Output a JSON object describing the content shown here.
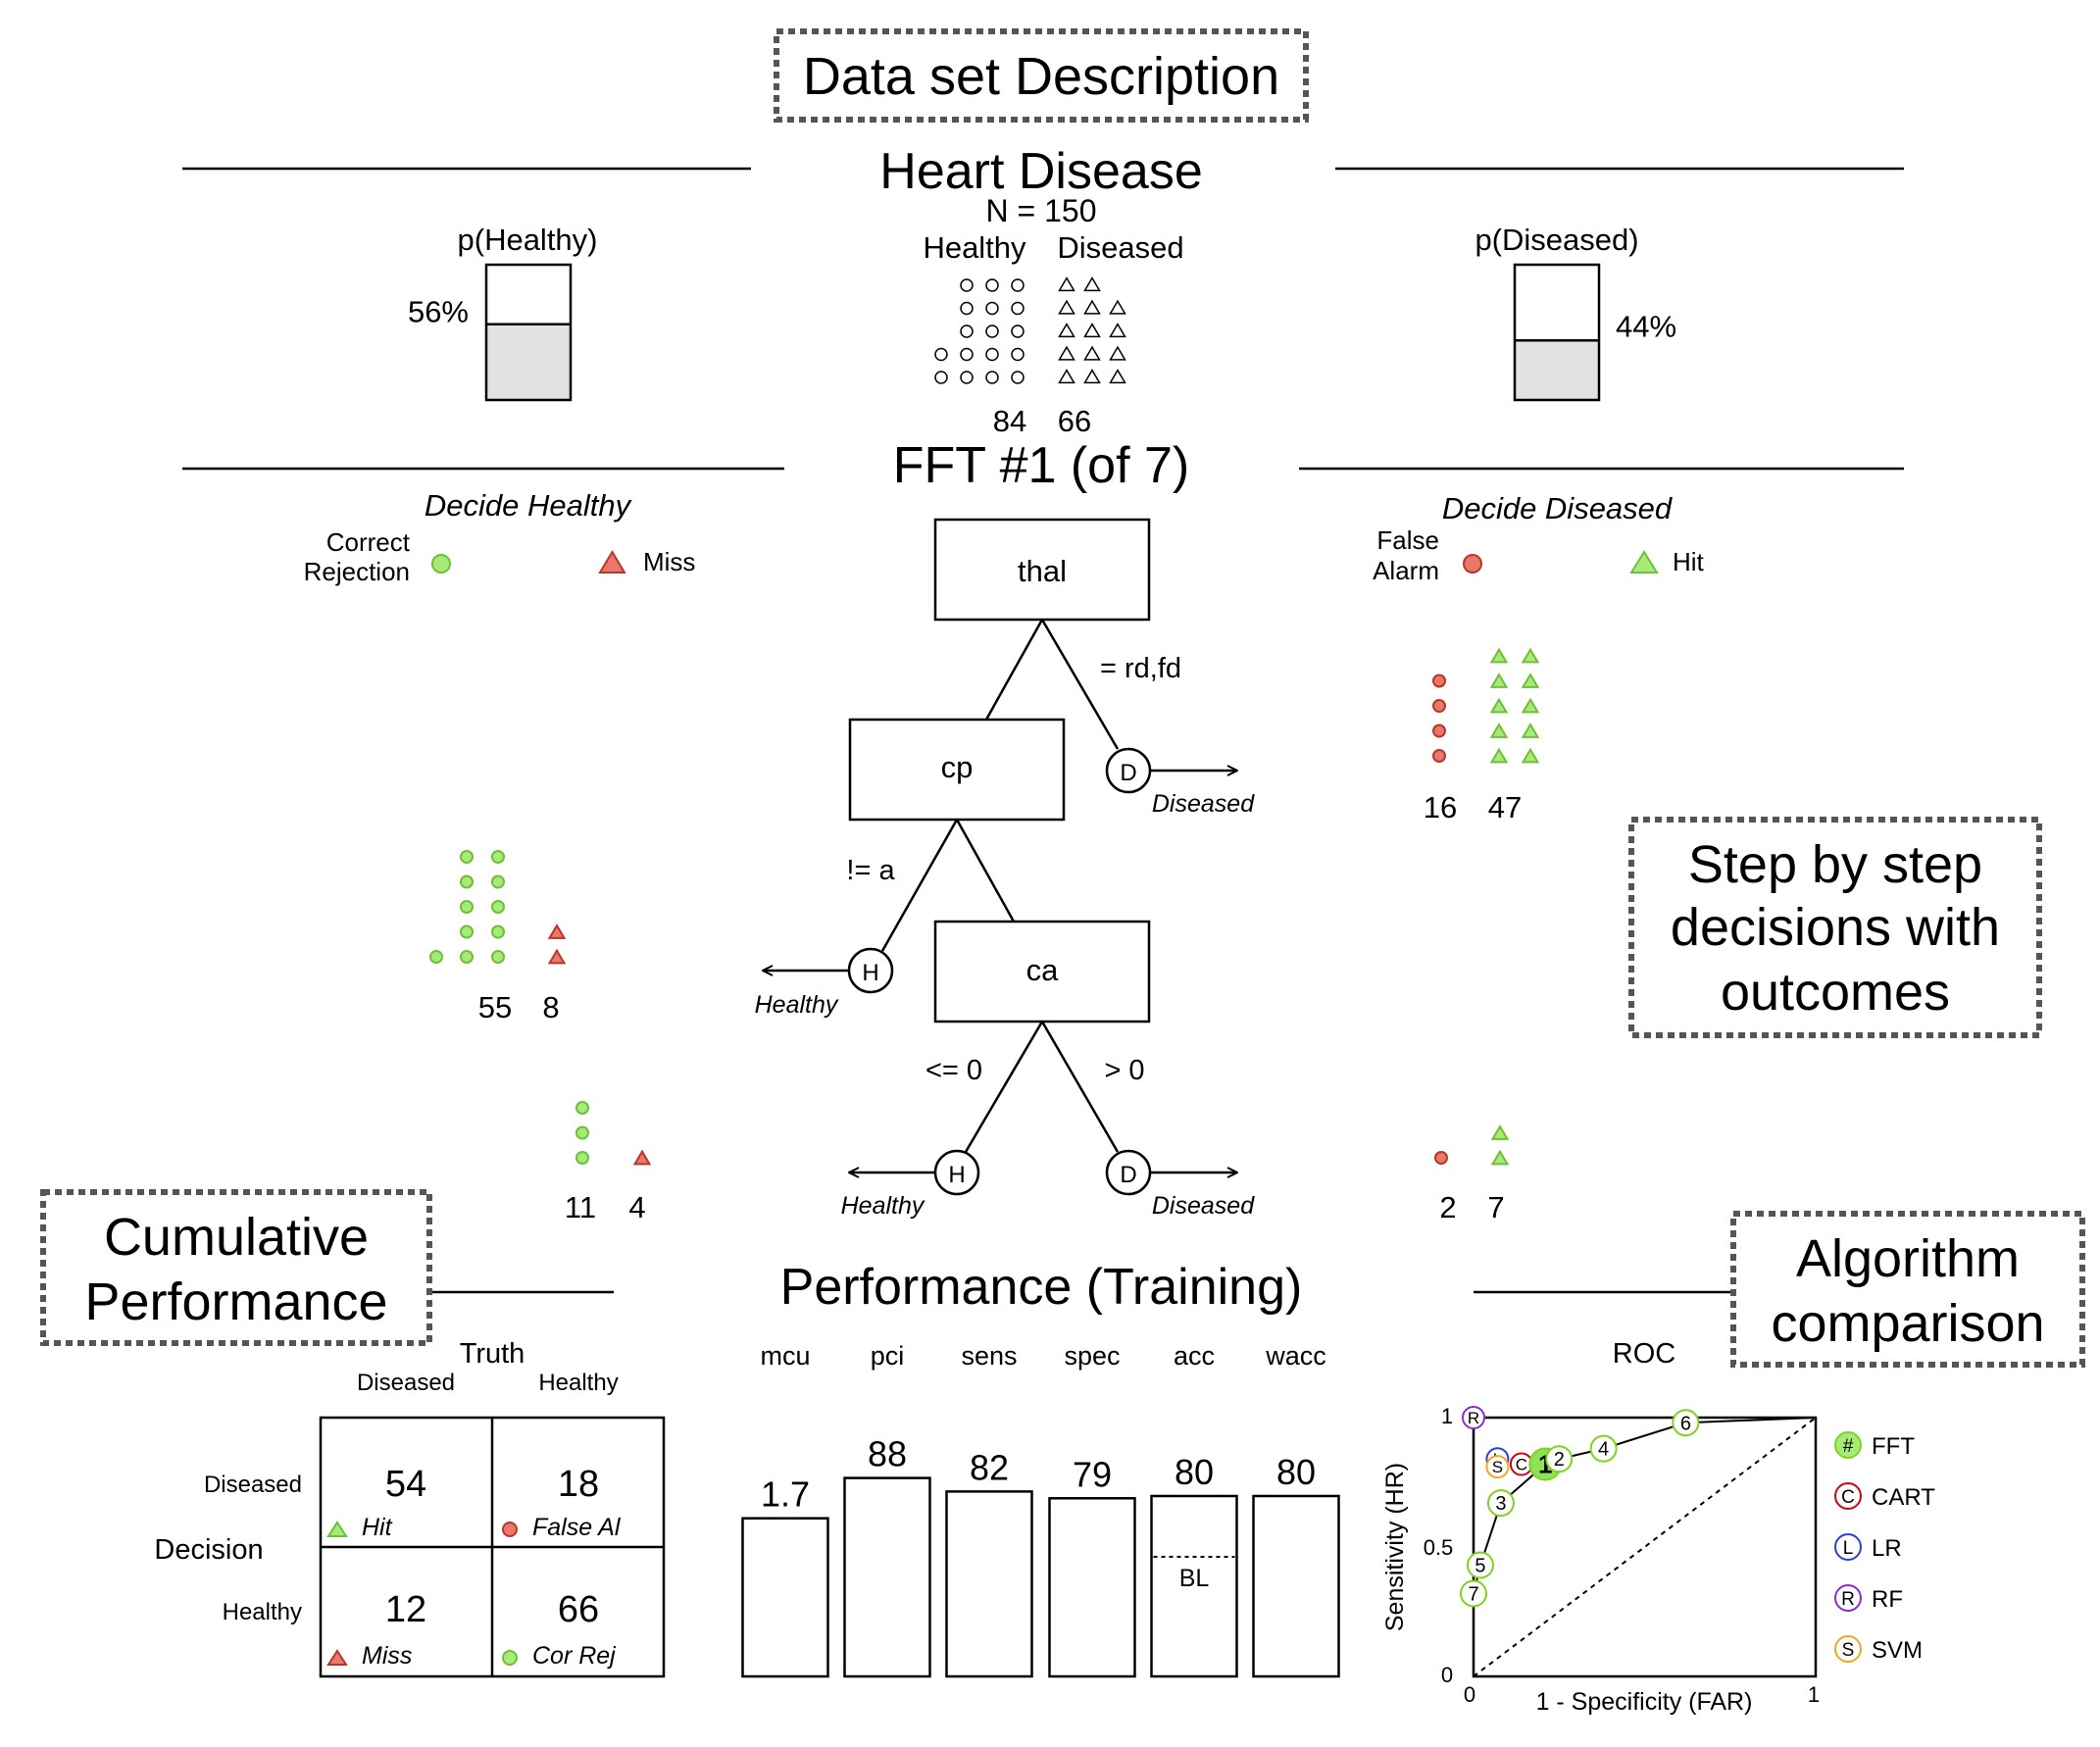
{
  "callouts": {
    "dataset": "Data set Description",
    "steps": [
      "Step by step",
      "decisions with",
      "outcomes"
    ],
    "cumulative": [
      "Cumulative",
      "Performance"
    ],
    "algorithm": [
      "Algorithm",
      "comparison"
    ]
  },
  "dataset": {
    "title": "Heart Disease",
    "n_label": "N = 150",
    "healthy_label": "Healthy",
    "diseased_label": "Diseased",
    "healthy_count": "84",
    "diseased_count": "66",
    "p_healthy_label": "p(Healthy)",
    "p_healthy": "56%",
    "p_healthy_value": 0.56,
    "p_diseased_label": "p(Diseased)",
    "p_diseased": "44%",
    "p_diseased_value": 0.44
  },
  "tree": {
    "title": "FFT #1 (of 7)",
    "decide_healthy": "Decide Healthy",
    "decide_diseased": "Decide Diseased",
    "legend": {
      "correct": "Correct",
      "rejection": "Rejection",
      "miss": "Miss",
      "false": "False",
      "alarm": "Alarm",
      "hit": "Hit"
    },
    "nodes": {
      "n1": "thal",
      "n2": "cp",
      "n3": "ca"
    },
    "branches": {
      "b1": "= rd,fd",
      "b2": "!= a",
      "b3a": "<= 0",
      "b3b": "> 0"
    },
    "leaf_h": "H",
    "leaf_d": "D",
    "exit_healthy": "Healthy",
    "exit_diseased": "Diseased",
    "counts": {
      "l1_fa": "16",
      "l1_hit": "47",
      "l2_cr": "55",
      "l2_miss": "8",
      "l3_cr": "11",
      "l3_miss": "4",
      "l3_fa": "2",
      "l3_hit": "7"
    }
  },
  "performance": {
    "title": "Performance (Training)",
    "truth": "Truth",
    "col_diseased": "Diseased",
    "col_healthy": "Healthy",
    "decision": "Decision",
    "row_diseased": "Diseased",
    "row_healthy": "Healthy",
    "hit_n": "54",
    "hit_label": "Hit",
    "fa_n": "18",
    "fa_label": "False Al",
    "miss_n": "12",
    "miss_label": "Miss",
    "cr_n": "66",
    "cr_label": "Cor Rej",
    "baseline_label": "BL",
    "metrics": [
      {
        "name": "mcu",
        "label": "1.7"
      },
      {
        "name": "pci",
        "label": "88"
      },
      {
        "name": "sens",
        "label": "82"
      },
      {
        "name": "spec",
        "label": "79"
      },
      {
        "name": "acc",
        "label": "80"
      },
      {
        "name": "wacc",
        "label": "80"
      }
    ]
  },
  "roc": {
    "title": "ROC",
    "ylabel": "Sensitivity (HR)",
    "xlabel": "1 - Specificity (FAR)",
    "tick_0": "0",
    "tick_05": "0.5",
    "tick_1": "1",
    "legend": [
      {
        "symbol": "#",
        "label": "FFT",
        "color": "#7ed321"
      },
      {
        "symbol": "C",
        "label": "CART",
        "color": "#d0021b"
      },
      {
        "symbol": "L",
        "label": "LR",
        "color": "#2b3fd6"
      },
      {
        "symbol": "R",
        "label": "RF",
        "color": "#8b2bd6"
      },
      {
        "symbol": "S",
        "label": "SVM",
        "color": "#f5a623"
      }
    ]
  },
  "chart_data": {
    "type": "scatter",
    "title": "ROC",
    "xlabel": "1 - Specificity (FAR)",
    "ylabel": "Sensitivity (HR)",
    "xlim": [
      0,
      1
    ],
    "ylim": [
      0,
      1
    ],
    "series": [
      {
        "name": "FFT",
        "points": [
          {
            "label": "7",
            "x": 0.0,
            "y": 0.32
          },
          {
            "label": "5",
            "x": 0.02,
            "y": 0.43
          },
          {
            "label": "3",
            "x": 0.08,
            "y": 0.67
          },
          {
            "label": "1",
            "x": 0.21,
            "y": 0.82
          },
          {
            "label": "2",
            "x": 0.25,
            "y": 0.84
          },
          {
            "label": "4",
            "x": 0.38,
            "y": 0.88
          },
          {
            "label": "6",
            "x": 0.62,
            "y": 0.98
          }
        ]
      },
      {
        "name": "CART",
        "points": [
          {
            "label": "C",
            "x": 0.14,
            "y": 0.82
          }
        ]
      },
      {
        "name": "LR",
        "points": [
          {
            "label": "L",
            "x": 0.07,
            "y": 0.84
          }
        ]
      },
      {
        "name": "RF",
        "points": [
          {
            "label": "R",
            "x": 0.0,
            "y": 1.0
          }
        ]
      },
      {
        "name": "SVM",
        "points": [
          {
            "label": "S",
            "x": 0.07,
            "y": 0.81
          }
        ]
      }
    ]
  }
}
